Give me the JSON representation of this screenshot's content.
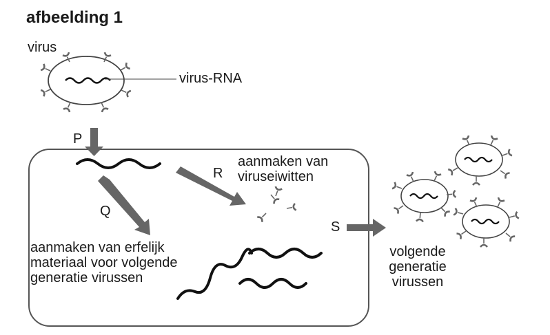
{
  "title": "afbeelding 1",
  "labels": {
    "virus": "virus",
    "virus_rna": "virus-RNA",
    "P": "P",
    "Q": "Q",
    "R": "R",
    "S": "S",
    "proteins": [
      "aanmaken van",
      "viruseiwitten"
    ],
    "genetic": [
      "aanmaken van erfelijk",
      "materiaal voor volgende",
      "generatie virussen"
    ],
    "next_gen": [
      "volgende",
      "generatie",
      "virussen"
    ]
  },
  "colors": {
    "arrow": "#666666",
    "outline": "#555555",
    "rna": "#111111"
  }
}
